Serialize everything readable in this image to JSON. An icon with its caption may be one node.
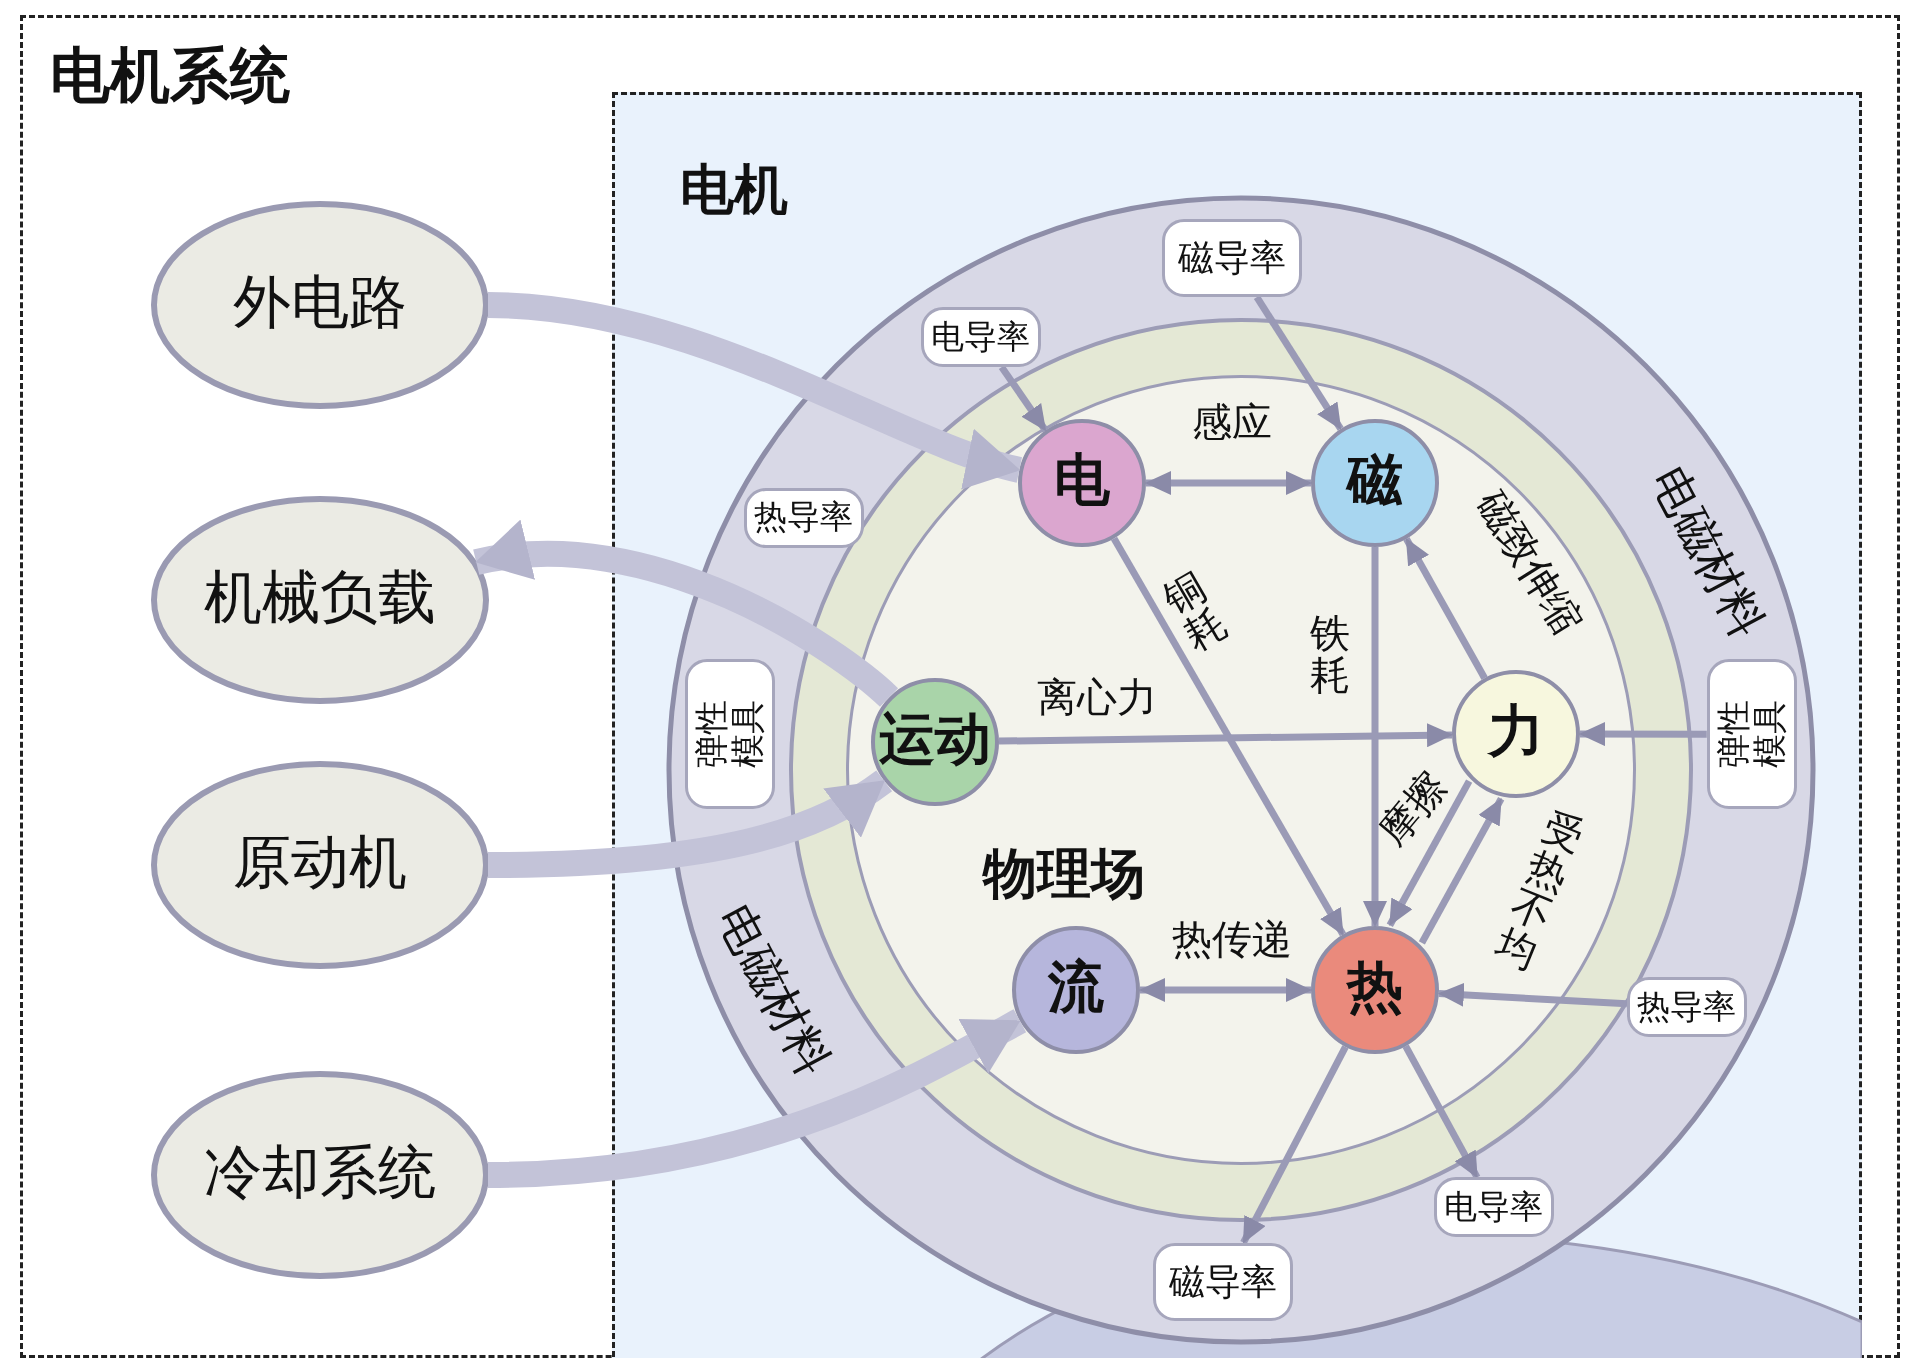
{
  "diagram": {
    "nodes": [
      {
        "text": [
          "电机系统"
        ]
      },
      {
        "text": [
          "外电路"
        ],
        "in": 0
      },
      {
        "text": [
          "机械负载"
        ],
        "in": 0
      },
      {
        "text": [
          "原动机"
        ],
        "in": 0
      },
      {
        "text": [
          "冷却系统"
        ],
        "in": 0
      },
      {
        "text": [
          "电机"
        ],
        "in": 0
      },
      {
        "text": [
          "电磁材料",
          "电磁材料"
        ],
        "in": 5
      },
      {
        "text": [
          "磁导率"
        ],
        "in": 6
      },
      {
        "text": [
          "电导率"
        ],
        "in": 6
      },
      {
        "text": [
          "热导率"
        ],
        "in": 6
      },
      {
        "text": [
          "弹性模具"
        ],
        "in": 6
      },
      {
        "text": [
          "弹性模具"
        ],
        "in": 6
      },
      {
        "text": [
          "热导率"
        ],
        "in": 6
      },
      {
        "text": [
          "电导率"
        ],
        "in": 6
      },
      {
        "text": [
          "磁导率"
        ],
        "in": 6
      },
      {
        "text": [
          "物理场"
        ],
        "in": 6
      },
      {
        "text": [
          "电"
        ],
        "in": 15
      },
      {
        "text": [
          "磁"
        ],
        "in": 15
      },
      {
        "text": [
          "运动"
        ],
        "in": 15
      },
      {
        "text": [
          "力"
        ],
        "in": 15
      },
      {
        "text": [
          "流"
        ],
        "in": 15
      },
      {
        "text": [
          "热"
        ],
        "in": 15
      }
    ],
    "edges": [
      {
        "from": 1,
        "to": 16,
        "arrow": "to",
        "style": "thick"
      },
      {
        "from": 18,
        "to": 2,
        "arrow": "to",
        "style": "thick"
      },
      {
        "from": 3,
        "to": 18,
        "arrow": "to",
        "style": "thick"
      },
      {
        "from": 4,
        "to": 20,
        "arrow": "to",
        "style": "thick"
      },
      {
        "from": 16,
        "to": 17,
        "arrow": "both",
        "label": "感应"
      },
      {
        "from": 16,
        "to": 21,
        "arrow": "to",
        "label": "铜耗"
      },
      {
        "from": 17,
        "to": 21,
        "arrow": "to",
        "label": "铁耗"
      },
      {
        "from": 18,
        "to": 19,
        "arrow": "to",
        "label": "离心力"
      },
      {
        "from": 19,
        "to": 17,
        "arrow": "to",
        "label": "磁致伸缩"
      },
      {
        "from": 19,
        "to": 21,
        "arrow": "to",
        "label": "摩擦"
      },
      {
        "from": 21,
        "to": 19,
        "arrow": "to",
        "label": "受热不均"
      },
      {
        "from": 20,
        "to": 21,
        "arrow": "both",
        "label": "热传递"
      },
      {
        "from": 8,
        "to": 16,
        "arrow": "to"
      },
      {
        "from": 7,
        "to": 17,
        "arrow": "to"
      },
      {
        "from": 11,
        "to": 19,
        "arrow": "to"
      },
      {
        "from": 12,
        "to": 21,
        "arrow": "to"
      },
      {
        "from": 21,
        "to": 13,
        "arrow": "to"
      },
      {
        "from": 21,
        "to": 14,
        "arrow": "to"
      }
    ]
  }
}
